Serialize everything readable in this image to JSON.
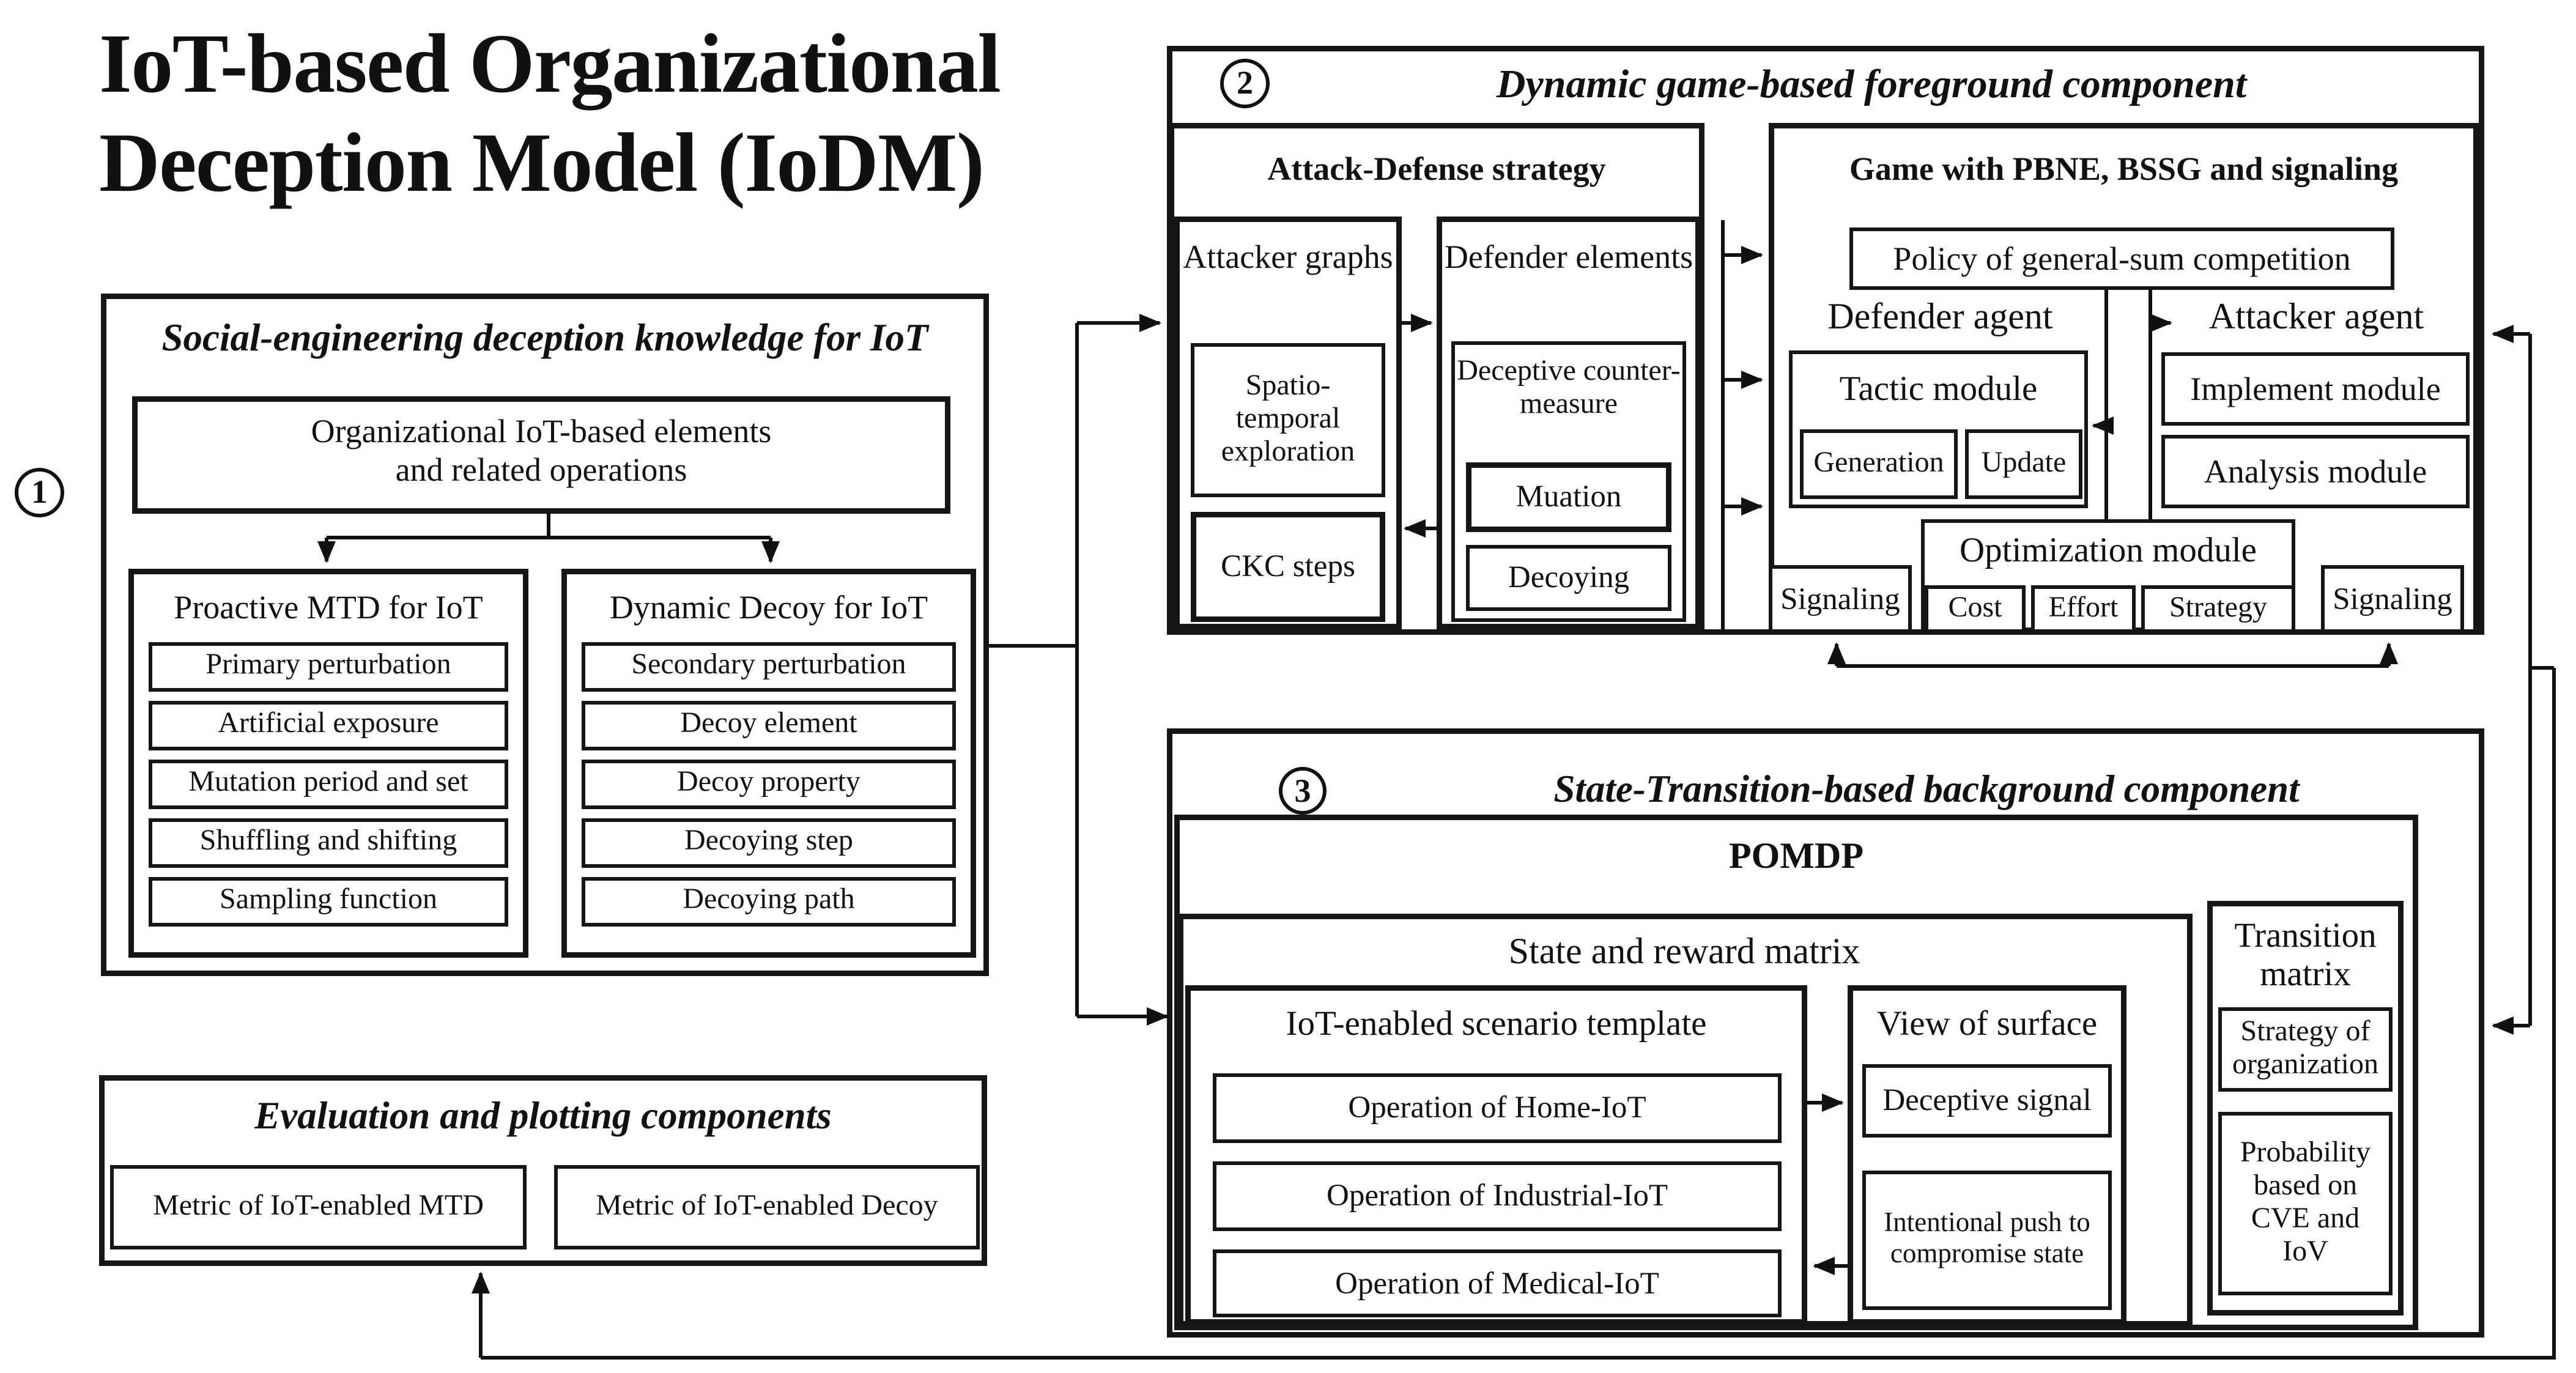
{
  "title": {
    "line1": "IoT-based Organizational",
    "line2": "Deception Model (IoDM)"
  },
  "component1": {
    "badge": "1",
    "header": "Social-engineering deception knowledge for IoT",
    "org_elements": {
      "line1": "Organizational IoT-based elements",
      "line2": "and related operations"
    },
    "mtd": {
      "title": "Proactive MTD for IoT",
      "items": [
        "Primary perturbation",
        "Artificial exposure",
        "Mutation period and set",
        "Shuffling and shifting",
        "Sampling function"
      ]
    },
    "decoy": {
      "title": "Dynamic Decoy for IoT",
      "items": [
        "Secondary perturbation",
        "Decoy element",
        "Decoy property",
        "Decoying step",
        "Decoying path"
      ]
    }
  },
  "evaluation": {
    "header": "Evaluation and plotting components",
    "metric_mtd": "Metric of IoT-enabled MTD",
    "metric_decoy": "Metric of IoT-enabled Decoy"
  },
  "component2": {
    "badge": "2",
    "header": "Dynamic game-based foreground component",
    "attack_defense": {
      "title": "Attack-Defense strategy",
      "attacker_graphs": {
        "title": "Attacker graphs",
        "spatio": "Spatio-temporal exploration",
        "ckc": "CKC steps"
      },
      "defender_elements": {
        "title": "Defender elements",
        "counter_measure": "Deceptive counter-measure",
        "mutation": "Muation",
        "decoying": "Decoying"
      }
    },
    "game": {
      "title": "Game with PBNE, BSSG and signaling",
      "policy": "Policy of general-sum competition",
      "defender_agent": {
        "title": "Defender agent",
        "tactic": "Tactic module",
        "generation": "Generation",
        "update": "Update"
      },
      "attacker_agent": {
        "title": "Attacker agent",
        "implement": "Implement module",
        "analysis": "Analysis module"
      },
      "optimization": {
        "title": "Optimization module",
        "cost": "Cost",
        "effort": "Effort",
        "strategy": "Strategy"
      },
      "signaling_left": "Signaling",
      "signaling_right": "Signaling"
    }
  },
  "component3": {
    "badge": "3",
    "header": "State-Transition-based background component",
    "pomdp": {
      "title": "POMDP",
      "state_reward": {
        "title": "State and reward matrix",
        "scenario": {
          "title": "IoT-enabled scenario template",
          "items": [
            "Operation of Home-IoT",
            "Operation of Industrial-IoT",
            "Operation of Medical-IoT"
          ]
        },
        "view_surface": {
          "title": "View of surface",
          "deceptive_signal": "Deceptive signal",
          "intentional_push": "Intentional push to compromise state"
        }
      },
      "transition": {
        "title": "Transition matrix",
        "strategy_org": "Strategy of organization",
        "probability": "Probability based on CVE and IoV"
      }
    }
  }
}
